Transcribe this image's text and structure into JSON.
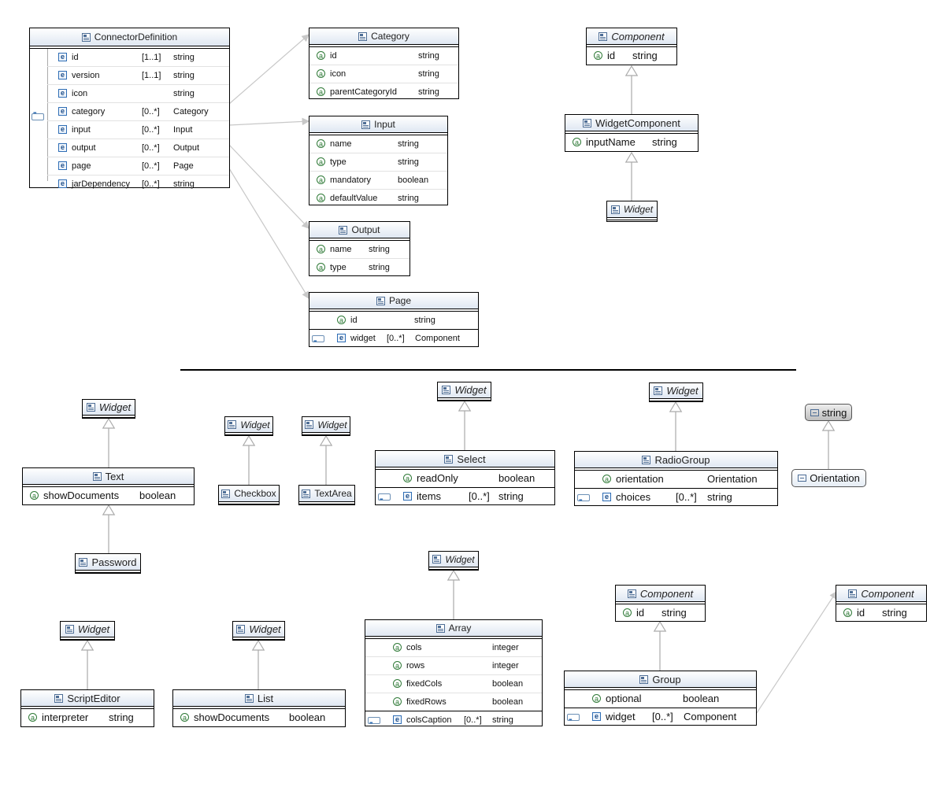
{
  "connector_definition": {
    "title": "ConnectorDefinition",
    "elements": [
      {
        "name": "id",
        "card": "[1..1]",
        "type": "string"
      },
      {
        "name": "version",
        "card": "[1..1]",
        "type": "string"
      },
      {
        "name": "icon",
        "card": "",
        "type": "string"
      },
      {
        "name": "category",
        "card": "[0..*]",
        "type": "Category"
      },
      {
        "name": "input",
        "card": "[0..*]",
        "type": "Input"
      },
      {
        "name": "output",
        "card": "[0..*]",
        "type": "Output"
      },
      {
        "name": "page",
        "card": "[0..*]",
        "type": "Page"
      },
      {
        "name": "jarDependency",
        "card": "[0..*]",
        "type": "string"
      }
    ]
  },
  "category": {
    "title": "Category",
    "attributes": [
      {
        "name": "id",
        "type": "string"
      },
      {
        "name": "icon",
        "type": "string"
      },
      {
        "name": "parentCategoryId",
        "type": "string"
      }
    ]
  },
  "input": {
    "title": "Input",
    "attributes": [
      {
        "name": "name",
        "type": "string"
      },
      {
        "name": "type",
        "type": "string"
      },
      {
        "name": "mandatory",
        "type": "boolean"
      },
      {
        "name": "defaultValue",
        "type": "string"
      }
    ]
  },
  "output": {
    "title": "Output",
    "attributes": [
      {
        "name": "name",
        "type": "string"
      },
      {
        "name": "type",
        "type": "string"
      }
    ]
  },
  "page": {
    "title": "Page",
    "attributes": [
      {
        "name": "id",
        "type": "string"
      }
    ],
    "elements": [
      {
        "name": "widget",
        "card": "[0..*]",
        "type": "Component"
      }
    ]
  },
  "component_top": {
    "title": "Component",
    "attributes": [
      {
        "name": "id",
        "type": "string"
      }
    ]
  },
  "widget_component": {
    "title": "WidgetComponent",
    "attributes": [
      {
        "name": "inputName",
        "type": "string"
      }
    ]
  },
  "widget_label": "Widget",
  "text": {
    "title": "Text",
    "attributes": [
      {
        "name": "showDocuments",
        "type": "boolean"
      }
    ]
  },
  "password": {
    "title": "Password"
  },
  "checkbox": {
    "title": "Checkbox"
  },
  "textarea": {
    "title": "TextArea"
  },
  "select": {
    "title": "Select",
    "attributes": [
      {
        "name": "readOnly",
        "type": "boolean"
      }
    ],
    "elements": [
      {
        "name": "items",
        "card": "[0..*]",
        "type": "string"
      }
    ]
  },
  "radio_group": {
    "title": "RadioGroup",
    "attributes": [
      {
        "name": "orientation",
        "type": "Orientation"
      }
    ],
    "elements": [
      {
        "name": "choices",
        "card": "[0..*]",
        "type": "string"
      }
    ]
  },
  "string_type": {
    "title": "string"
  },
  "orientation": {
    "title": "Orientation"
  },
  "script_editor": {
    "title": "ScriptEditor",
    "attributes": [
      {
        "name": "interpreter",
        "type": "string"
      }
    ]
  },
  "list": {
    "title": "List",
    "attributes": [
      {
        "name": "showDocuments",
        "type": "boolean"
      }
    ]
  },
  "array": {
    "title": "Array",
    "attributes": [
      {
        "name": "cols",
        "type": "integer"
      },
      {
        "name": "rows",
        "type": "integer"
      },
      {
        "name": "fixedCols",
        "type": "boolean"
      },
      {
        "name": "fixedRows",
        "type": "boolean"
      }
    ],
    "elements": [
      {
        "name": "colsCaption",
        "card": "[0..*]",
        "type": "string"
      }
    ]
  },
  "component_group": {
    "title": "Component",
    "attributes": [
      {
        "name": "id",
        "type": "string"
      }
    ]
  },
  "group": {
    "title": "Group",
    "attributes": [
      {
        "name": "optional",
        "type": "boolean"
      }
    ],
    "elements": [
      {
        "name": "widget",
        "card": "[0..*]",
        "type": "Component"
      }
    ]
  },
  "component_right": {
    "title": "Component",
    "attributes": [
      {
        "name": "id",
        "type": "string"
      }
    ]
  },
  "icons": {
    "class": "class-icon",
    "attribute": "attribute-icon",
    "element": "element-icon",
    "sequence": "sequence-icon",
    "enum": "enum-icon",
    "simple_type": "simple-type-icon"
  },
  "colors": {
    "header_gradient_end": "#dfe7f2",
    "attribute_icon": "#2f7a37",
    "element_icon": "#2e6db5",
    "connector_line": "#c8c8c8"
  }
}
